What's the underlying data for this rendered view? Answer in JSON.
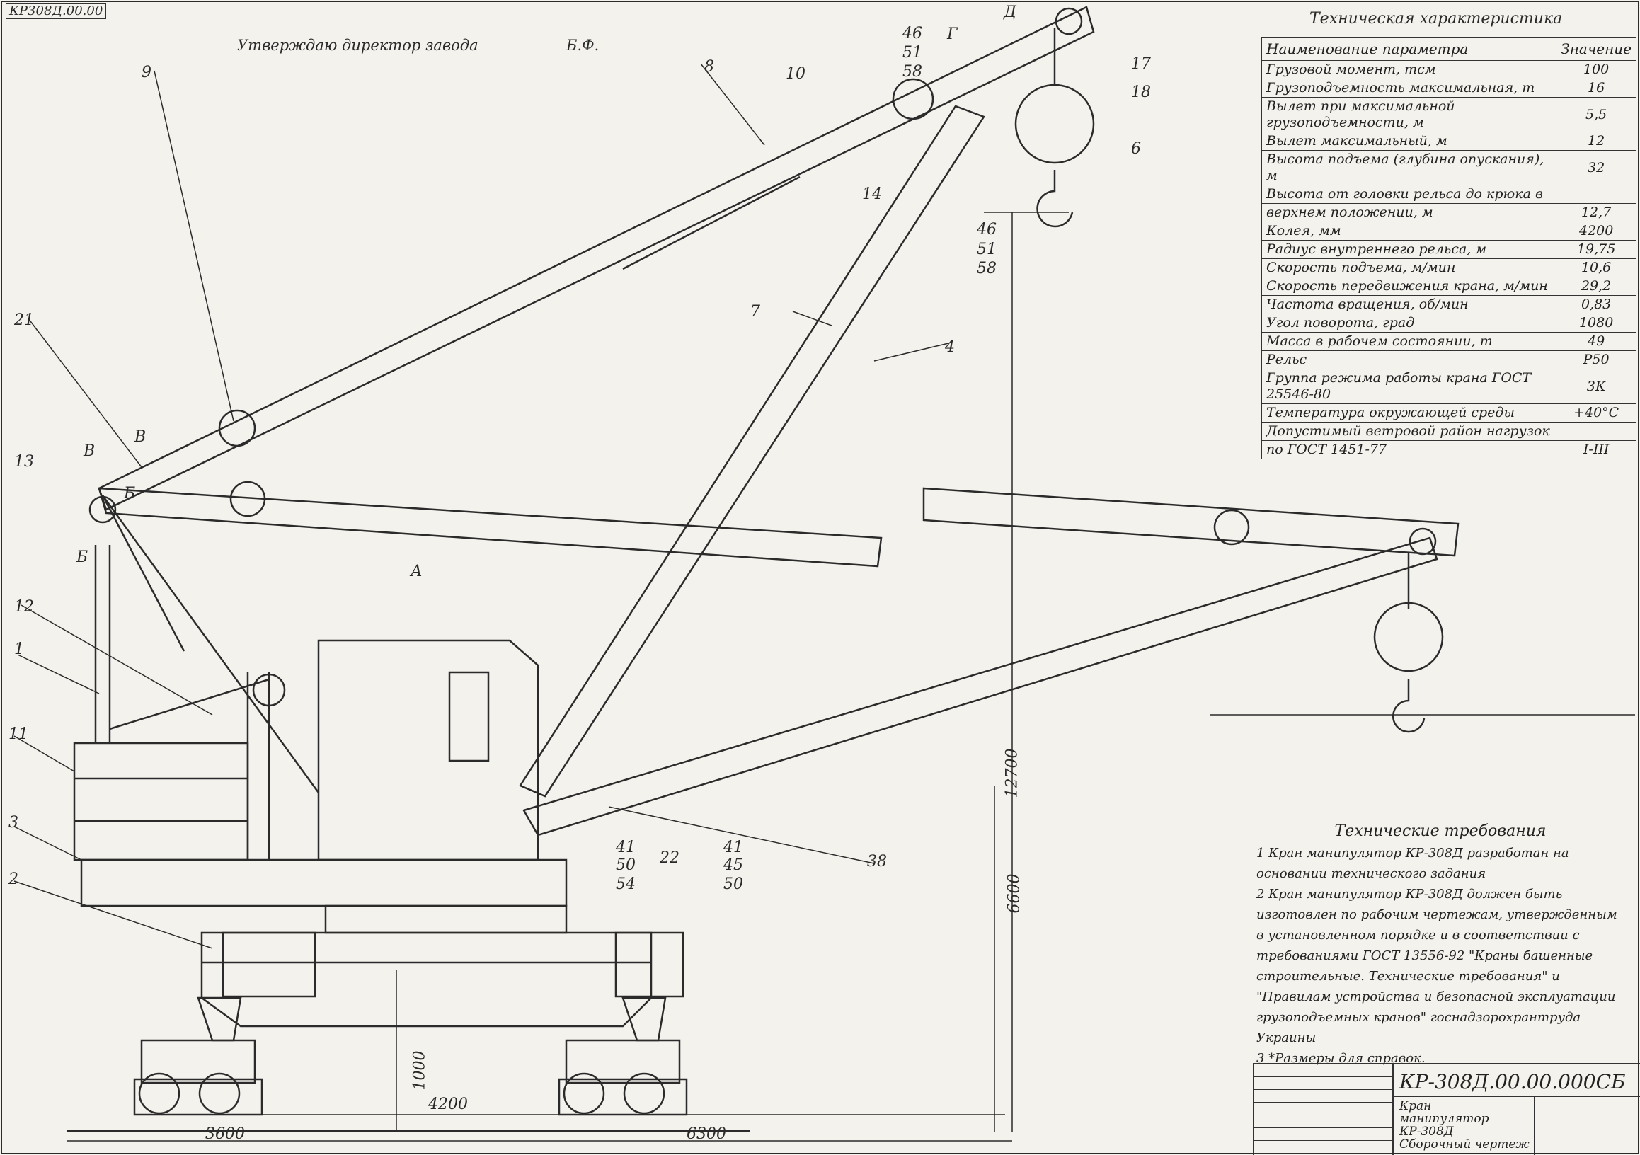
{
  "header": {
    "corner_code": "КР308Д.00.00",
    "approval": "Утверждаю директор завода",
    "approval_name": "Б.Ф."
  },
  "part_labels": [
    "9",
    "8",
    "10",
    "46",
    "51",
    "58",
    "Г",
    "Д",
    "17",
    "18",
    "6",
    "14",
    "46",
    "51",
    "58",
    "7",
    "4",
    "21",
    "В",
    "Б",
    "13",
    "Б",
    "В",
    "А",
    "12",
    "1",
    "11",
    "3",
    "2",
    "41",
    "50",
    "54",
    "22",
    "41",
    "45",
    "50",
    "38"
  ],
  "dimensions": {
    "height_hook": "12700",
    "height_mid": "6600",
    "height_low": "1000",
    "span_mid": "4200",
    "left_reach": "3600",
    "right_reach": "6300"
  },
  "spec_table": {
    "title": "Техническая характеристика",
    "col_param": "Наименование параметра",
    "col_value": "Значение",
    "rows": [
      {
        "param": "Грузовой момент, тсм",
        "value": "100"
      },
      {
        "param": "Грузоподъемность максимальная, т",
        "value": "16"
      },
      {
        "param": "Вылет при максимальной грузоподъемности, м",
        "value": "5,5"
      },
      {
        "param": "Вылет максимальный, м",
        "value": "12"
      },
      {
        "param": "Высота подъема (глубина опускания), м",
        "value": "32"
      },
      {
        "param": "Высота от головки рельса до крюка в",
        "value": ""
      },
      {
        "param": "верхнем положении, м",
        "value": "12,7"
      },
      {
        "param": "Колея, мм",
        "value": "4200"
      },
      {
        "param": "Радиус внутреннего рельса, м",
        "value": "19,75"
      },
      {
        "param": "Скорость подъема, м/мин",
        "value": "10,6"
      },
      {
        "param": "Скорость передвижения крана, м/мин",
        "value": "29,2"
      },
      {
        "param": "Частота вращения, об/мин",
        "value": "0,83"
      },
      {
        "param": "Угол поворота, град",
        "value": "1080"
      },
      {
        "param": "Масса в рабочем состоянии, т",
        "value": "49"
      },
      {
        "param": "Рельс",
        "value": "Р50"
      },
      {
        "param": "Группа режима работы крана ГОСТ 25546-80",
        "value": "3К"
      },
      {
        "param": "Температура окружающей среды",
        "value": "+40°С"
      },
      {
        "param": "Допустимый ветровой район нагрузок",
        "value": ""
      },
      {
        "param": "по ГОСТ 1451-77",
        "value": "I-III"
      }
    ]
  },
  "requirements": {
    "title": "Технические требования",
    "items": [
      "1 Кран манипулятор КР-308Д разработан на основании технического задания",
      "2 Кран манипулятор КР-308Д должен быть изготовлен по рабочим чертежам, утвержденным в установленном порядке и в соответствии с требованиями ГОСТ 13556-92 \"Краны башенные строительные. Технические требования\" и \"Правилам устройства и безопасной эксплуатации грузоподъемных кранов\" госнадзорохрантруда Украины",
      "3 *Размеры для справок."
    ]
  },
  "title_block": {
    "code": "КР-308Д.00.00.000СБ",
    "name_1": "Кран",
    "name_2": "манипулятор",
    "name_3": "КР-308Д",
    "name_4": "Сборочный чертеж"
  }
}
